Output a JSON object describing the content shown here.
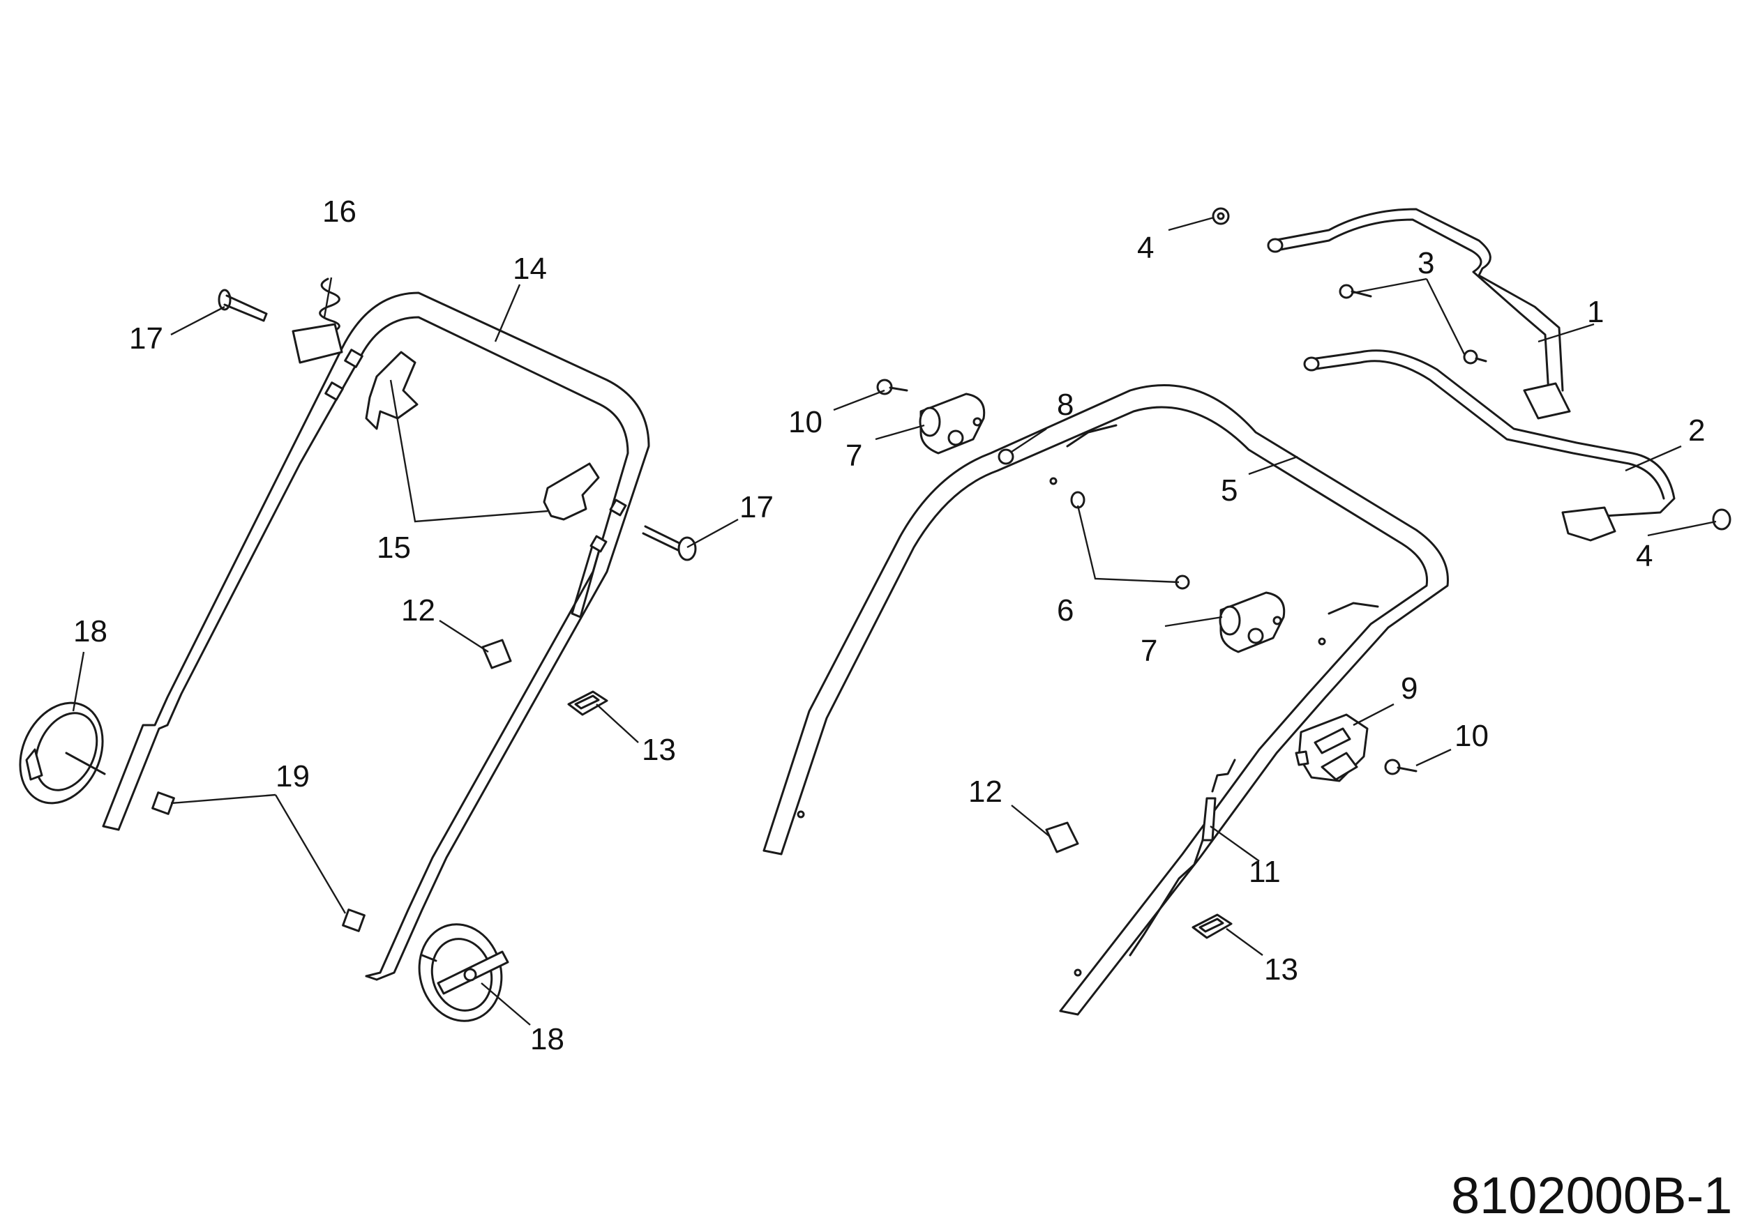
{
  "drawing_number": "8102000B-1",
  "labels": {
    "l1": "1",
    "l2": "2",
    "l3": "3",
    "l4a": "4",
    "l4b": "4",
    "l5": "5",
    "l6": "6",
    "l7a": "7",
    "l7b": "7",
    "l8": "8",
    "l9": "9",
    "l10a": "10",
    "l10b": "10",
    "l11": "11",
    "l12a": "12",
    "l12b": "12",
    "l13a": "13",
    "l13b": "13",
    "l14": "14",
    "l15": "15",
    "l16": "16",
    "l17a": "17",
    "l17b": "17",
    "l18a": "18",
    "l18b": "18",
    "l19": "19"
  }
}
